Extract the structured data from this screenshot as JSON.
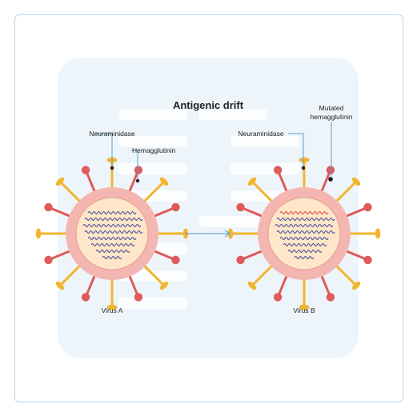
{
  "title": "Antigenic drift",
  "virus_a": {
    "label": "Virus A",
    "neuraminidase_label": "Neuraminidase",
    "hemagglutinin_label": "Hemagglutinin"
  },
  "virus_b": {
    "label": "Virus B",
    "neuraminidase_label": "Neuraminidase",
    "hemagglutinin_label_line1": "Mutated",
    "hemagglutinin_label_line2": "hemagglutinin"
  },
  "colors": {
    "background_panel": "#eef5fa",
    "card_border": "#bcd6ea",
    "envelope": "#f4b6b0",
    "core": "#fde7c8",
    "hemagglutinin_spike": "#e05a5a",
    "neuraminidase_spike": "#f1b52e",
    "rna_strand": "#3d3f9a",
    "mutated_rna_strand": "#d93a3a",
    "arrow": "#6aa7d6",
    "pointer_line": "#5aa0d0"
  },
  "icons": [
    "virus-a-icon",
    "virus-b-icon",
    "transition-arrow-icon"
  ]
}
